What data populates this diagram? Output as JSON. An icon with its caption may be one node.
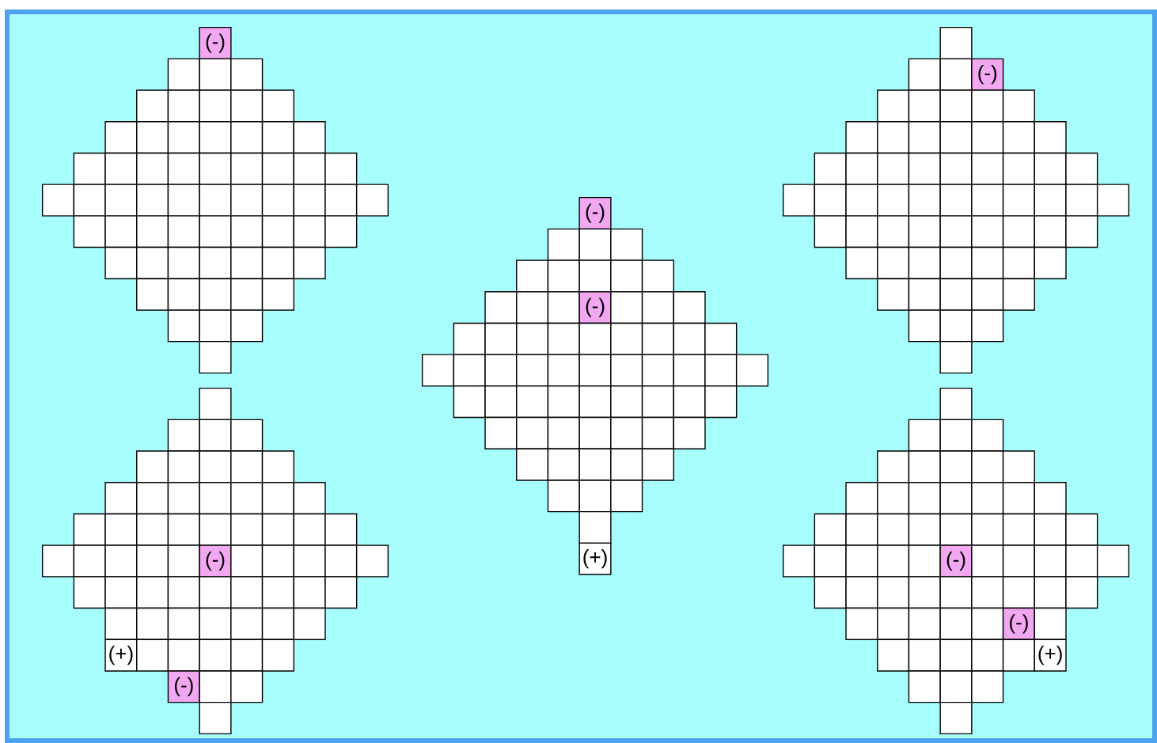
{
  "diagram": {
    "nodes": [
      {
        "text": [
          "(-)"
        ]
      },
      {
        "text": [],
        "shape": "box"
      },
      {
        "text": [],
        "shape": "box"
      },
      {
        "text": [],
        "shape": "box"
      },
      {
        "text": [],
        "shape": "box"
      },
      {
        "text": [],
        "shape": "box"
      },
      {
        "text": [],
        "shape": "box"
      },
      {
        "text": [],
        "shape": "box"
      },
      {
        "text": [],
        "shape": "box"
      },
      {
        "text": [],
        "shape": "box"
      },
      {
        "text": [],
        "shape": "box"
      },
      {
        "text": [],
        "shape": "box"
      },
      {
        "text": [],
        "shape": "box"
      },
      {
        "text": [],
        "shape": "box"
      },
      {
        "text": [],
        "shape": "box"
      },
      {
        "text": [],
        "shape": "box"
      },
      {
        "text": [],
        "shape": "box"
      },
      {
        "text": [],
        "shape": "box"
      },
      {
        "text": [],
        "shape": "box"
      },
      {
        "text": [],
        "shape": "box"
      },
      {
        "text": [],
        "shape": "box"
      },
      {
        "text": [],
        "shape": "box"
      },
      {
        "text": [],
        "shape": "box"
      },
      {
        "text": [],
        "shape": "box"
      },
      {
        "text": [],
        "shape": "box"
      },
      {
        "text": [],
        "shape": "box"
      },
      {
        "text": [],
        "shape": "box"
      },
      {
        "text": [],
        "shape": "box"
      },
      {
        "text": [],
        "shape": "box"
      },
      {
        "text": [],
        "shape": "box"
      },
      {
        "text": [],
        "shape": "box"
      },
      {
        "text": [],
        "shape": "box"
      },
      {
        "text": [],
        "shape": "box"
      },
      {
        "text": [],
        "shape": "box"
      },
      {
        "text": [],
        "shape": "box"
      },
      {
        "text": [],
        "shape": "box"
      },
      {
        "text": [],
        "shape": "box"
      },
      {
        "text": [],
        "shape": "box"
      },
      {
        "text": [],
        "shape": "box"
      },
      {
        "text": [],
        "shape": "box"
      },
      {
        "text": [],
        "shape": "box"
      },
      {
        "text": [],
        "shape": "box"
      },
      {
        "text": [],
        "shape": "box"
      },
      {
        "text": [],
        "shape": "box"
      },
      {
        "text": [],
        "shape": "box"
      },
      {
        "text": [],
        "shape": "box"
      },
      {
        "text": [],
        "shape": "box"
      },
      {
        "text": [],
        "shape": "box"
      },
      {
        "text": [],
        "shape": "box"
      },
      {
        "text": [],
        "shape": "box"
      },
      {
        "text": [],
        "shape": "box"
      },
      {
        "text": [],
        "shape": "box"
      },
      {
        "text": [],
        "shape": "box"
      },
      {
        "text": [],
        "shape": "box"
      },
      {
        "text": [],
        "shape": "box"
      },
      {
        "text": [],
        "shape": "box"
      },
      {
        "text": [],
        "shape": "box"
      },
      {
        "text": [],
        "shape": "box"
      },
      {
        "text": [],
        "shape": "box"
      },
      {
        "text": [],
        "shape": "box"
      },
      {
        "text": [],
        "shape": "box"
      },
      {
        "text": [],
        "shape": "box"
      },
      {
        "text": [],
        "shape": "box"
      },
      {
        "text": [],
        "shape": "box"
      },
      {
        "text": [
          "(-)"
        ]
      },
      {
        "text": [],
        "shape": "box"
      },
      {
        "text": [],
        "shape": "box"
      },
      {
        "text": [],
        "shape": "box"
      },
      {
        "text": [],
        "shape": "box"
      },
      {
        "text": [],
        "shape": "box"
      },
      {
        "text": [],
        "shape": "box"
      },
      {
        "text": [],
        "shape": "box"
      },
      {
        "text": [],
        "shape": "box"
      },
      {
        "text": [],
        "shape": "box"
      },
      {
        "text": [],
        "shape": "box"
      },
      {
        "text": [],
        "shape": "box"
      },
      {
        "text": [],
        "shape": "box"
      },
      {
        "text": [],
        "shape": "box"
      },
      {
        "text": [],
        "shape": "box"
      },
      {
        "text": [],
        "shape": "box"
      },
      {
        "text": [],
        "shape": "box"
      },
      {
        "text": [],
        "shape": "box"
      },
      {
        "text": [],
        "shape": "box"
      },
      {
        "text": [],
        "shape": "box"
      },
      {
        "text": [],
        "shape": "box"
      },
      {
        "text": [],
        "shape": "box"
      },
      {
        "text": [],
        "shape": "box"
      },
      {
        "text": [],
        "shape": "box"
      },
      {
        "text": [],
        "shape": "box"
      },
      {
        "text": [],
        "shape": "box"
      },
      {
        "text": [],
        "shape": "box"
      },
      {
        "text": [],
        "shape": "box"
      },
      {
        "text": [],
        "shape": "box"
      },
      {
        "text": [],
        "shape": "box"
      },
      {
        "text": [],
        "shape": "box"
      },
      {
        "text": [],
        "shape": "box"
      },
      {
        "text": [],
        "shape": "box"
      },
      {
        "text": [],
        "shape": "box"
      },
      {
        "text": [],
        "shape": "box"
      },
      {
        "text": [],
        "shape": "box"
      },
      {
        "text": [],
        "shape": "box"
      },
      {
        "text": [],
        "shape": "box"
      },
      {
        "text": [],
        "shape": "box"
      },
      {
        "text": [],
        "shape": "box"
      },
      {
        "text": [],
        "shape": "box"
      },
      {
        "text": [],
        "shape": "box"
      },
      {
        "text": [],
        "shape": "box"
      },
      {
        "text": [],
        "shape": "box"
      },
      {
        "text": [],
        "shape": "box"
      },
      {
        "text": [],
        "shape": "box"
      },
      {
        "text": [],
        "shape": "box"
      },
      {
        "text": [],
        "shape": "box"
      },
      {
        "text": [],
        "shape": "box"
      },
      {
        "text": [],
        "shape": "box"
      },
      {
        "text": [],
        "shape": "box"
      },
      {
        "text": [],
        "shape": "box"
      },
      {
        "text": [],
        "shape": "box"
      },
      {
        "text": [],
        "shape": "box"
      },
      {
        "text": [],
        "shape": "box"
      },
      {
        "text": [],
        "shape": "box"
      },
      {
        "text": [],
        "shape": "box"
      },
      {
        "text": [],
        "shape": "box"
      },
      {
        "text": [
          "(-)"
        ]
      },
      {
        "text": [],
        "shape": "box"
      },
      {
        "text": [],
        "shape": "box"
      },
      {
        "text": [],
        "shape": "box"
      },
      {
        "text": [],
        "shape": "box"
      },
      {
        "text": [],
        "shape": "box"
      },
      {
        "text": [],
        "shape": "box"
      },
      {
        "text": [],
        "shape": "box"
      },
      {
        "text": [],
        "shape": "box"
      },
      {
        "text": [],
        "shape": "box"
      },
      {
        "text": [],
        "shape": "box"
      },
      {
        "text": [],
        "shape": "box"
      },
      {
        "text": [
          "(-)"
        ]
      },
      {
        "text": [],
        "shape": "box"
      },
      {
        "text": [],
        "shape": "box"
      },
      {
        "text": [],
        "shape": "box"
      },
      {
        "text": [],
        "shape": "box"
      },
      {
        "text": [],
        "shape": "box"
      },
      {
        "text": [],
        "shape": "box"
      },
      {
        "text": [],
        "shape": "box"
      },
      {
        "text": [],
        "shape": "box"
      },
      {
        "text": [],
        "shape": "box"
      },
      {
        "text": [],
        "shape": "box"
      },
      {
        "text": [],
        "shape": "box"
      },
      {
        "text": [],
        "shape": "box"
      },
      {
        "text": [],
        "shape": "box"
      },
      {
        "text": [],
        "shape": "box"
      },
      {
        "text": [],
        "shape": "box"
      },
      {
        "text": [],
        "shape": "box"
      },
      {
        "text": [],
        "shape": "box"
      },
      {
        "text": [],
        "shape": "box"
      },
      {
        "text": [],
        "shape": "box"
      },
      {
        "text": [],
        "shape": "box"
      },
      {
        "text": [],
        "shape": "box"
      },
      {
        "text": [],
        "shape": "box"
      },
      {
        "text": [],
        "shape": "box"
      },
      {
        "text": [],
        "shape": "box"
      },
      {
        "text": [],
        "shape": "box"
      },
      {
        "text": [],
        "shape": "box"
      },
      {
        "text": [],
        "shape": "box"
      },
      {
        "text": [],
        "shape": "box"
      },
      {
        "text": [],
        "shape": "box"
      },
      {
        "text": [],
        "shape": "box"
      },
      {
        "text": [],
        "shape": "box"
      },
      {
        "text": [],
        "shape": "box"
      },
      {
        "text": [],
        "shape": "box"
      },
      {
        "text": [],
        "shape": "box"
      },
      {
        "text": [],
        "shape": "box"
      },
      {
        "text": [],
        "shape": "box"
      },
      {
        "text": [],
        "shape": "box"
      },
      {
        "text": [],
        "shape": "box"
      },
      {
        "text": [],
        "shape": "box"
      },
      {
        "text": [],
        "shape": "box"
      },
      {
        "text": [],
        "shape": "box"
      },
      {
        "text": [],
        "shape": "box"
      },
      {
        "text": [],
        "shape": "box"
      },
      {
        "text": [],
        "shape": "box"
      },
      {
        "text": [],
        "shape": "box"
      },
      {
        "text": [],
        "shape": "box"
      },
      {
        "text": [],
        "shape": "box"
      },
      {
        "text": [],
        "shape": "box"
      },
      {
        "text": [
          "(+)"
        ]
      },
      {
        "text": [],
        "shape": "box"
      },
      {
        "text": [],
        "shape": "box"
      },
      {
        "text": [],
        "shape": "box"
      },
      {
        "text": [],
        "shape": "box"
      },
      {
        "text": [],
        "shape": "box"
      },
      {
        "text": [],
        "shape": "box"
      },
      {
        "text": [],
        "shape": "box"
      },
      {
        "text": [],
        "shape": "box"
      },
      {
        "text": [],
        "shape": "box"
      },
      {
        "text": [],
        "shape": "box"
      },
      {
        "text": [],
        "shape": "box"
      },
      {
        "text": [],
        "shape": "box"
      },
      {
        "text": [],
        "shape": "box"
      },
      {
        "text": [],
        "shape": "box"
      },
      {
        "text": [],
        "shape": "box"
      },
      {
        "text": [],
        "shape": "box"
      },
      {
        "text": [],
        "shape": "box"
      },
      {
        "text": [],
        "shape": "box"
      },
      {
        "text": [],
        "shape": "box"
      },
      {
        "text": [],
        "shape": "box"
      },
      {
        "text": [],
        "shape": "box"
      },
      {
        "text": [],
        "shape": "box"
      },
      {
        "text": [],
        "shape": "box"
      },
      {
        "text": [],
        "shape": "box"
      },
      {
        "text": [],
        "shape": "box"
      },
      {
        "text": [],
        "shape": "box"
      },
      {
        "text": [],
        "shape": "box"
      },
      {
        "text": [],
        "shape": "box"
      },
      {
        "text": [],
        "shape": "box"
      },
      {
        "text": [],
        "shape": "box"
      },
      {
        "text": [
          "(-)"
        ]
      },
      {
        "text": [],
        "shape": "box"
      },
      {
        "text": [],
        "shape": "box"
      },
      {
        "text": [],
        "shape": "box"
      },
      {
        "text": [],
        "shape": "box"
      },
      {
        "text": [],
        "shape": "box"
      },
      {
        "text": [],
        "shape": "box"
      },
      {
        "text": [],
        "shape": "box"
      },
      {
        "text": [],
        "shape": "box"
      },
      {
        "text": [],
        "shape": "box"
      },
      {
        "text": [],
        "shape": "box"
      },
      {
        "text": [],
        "shape": "box"
      },
      {
        "text": [],
        "shape": "box"
      },
      {
        "text": [],
        "shape": "box"
      },
      {
        "text": [],
        "shape": "box"
      },
      {
        "text": [],
        "shape": "box"
      },
      {
        "text": [],
        "shape": "box"
      },
      {
        "text": [],
        "shape": "box"
      },
      {
        "text": [],
        "shape": "box"
      },
      {
        "text": [],
        "shape": "box"
      },
      {
        "text": [],
        "shape": "box"
      },
      {
        "text": [],
        "shape": "box"
      },
      {
        "text": [
          "(+)"
        ]
      },
      {
        "text": [],
        "shape": "box"
      },
      {
        "text": [],
        "shape": "box"
      },
      {
        "text": [],
        "shape": "box"
      },
      {
        "text": [],
        "shape": "box"
      },
      {
        "text": [],
        "shape": "box"
      },
      {
        "text": [
          "(-)"
        ]
      },
      {
        "text": [],
        "shape": "box"
      },
      {
        "text": [],
        "shape": "box"
      },
      {
        "text": [],
        "shape": "box"
      },
      {
        "text": [],
        "shape": "box"
      },
      {
        "text": [],
        "shape": "box"
      },
      {
        "text": [],
        "shape": "box"
      },
      {
        "text": [],
        "shape": "box"
      },
      {
        "text": [],
        "shape": "box"
      },
      {
        "text": [],
        "shape": "box"
      },
      {
        "text": [],
        "shape": "box"
      },
      {
        "text": [],
        "shape": "box"
      },
      {
        "text": [],
        "shape": "box"
      },
      {
        "text": [],
        "shape": "box"
      },
      {
        "text": [],
        "shape": "box"
      },
      {
        "text": [],
        "shape": "box"
      },
      {
        "text": [],
        "shape": "box"
      },
      {
        "text": [],
        "shape": "box"
      },
      {
        "text": [],
        "shape": "box"
      },
      {
        "text": [],
        "shape": "box"
      },
      {
        "text": [],
        "shape": "box"
      },
      {
        "text": [],
        "shape": "box"
      },
      {
        "text": [],
        "shape": "box"
      },
      {
        "text": [],
        "shape": "box"
      },
      {
        "text": [],
        "shape": "box"
      },
      {
        "text": [],
        "shape": "box"
      },
      {
        "text": [],
        "shape": "box"
      },
      {
        "text": [],
        "shape": "box"
      },
      {
        "text": [],
        "shape": "box"
      },
      {
        "text": [],
        "shape": "box"
      },
      {
        "text": [],
        "shape": "box"
      },
      {
        "text": [],
        "shape": "box"
      },
      {
        "text": [],
        "shape": "box"
      },
      {
        "text": [],
        "shape": "box"
      },
      {
        "text": [
          "(-)"
        ]
      },
      {
        "text": [],
        "shape": "box"
      },
      {
        "text": [],
        "shape": "box"
      },
      {
        "text": [],
        "shape": "box"
      },
      {
        "text": [],
        "shape": "box"
      },
      {
        "text": [],
        "shape": "box"
      },
      {
        "text": [],
        "shape": "box"
      },
      {
        "text": [],
        "shape": "box"
      },
      {
        "text": [],
        "shape": "box"
      },
      {
        "text": [],
        "shape": "box"
      },
      {
        "text": [],
        "shape": "box"
      },
      {
        "text": [],
        "shape": "box"
      },
      {
        "text": [],
        "shape": "box"
      },
      {
        "text": [],
        "shape": "box"
      },
      {
        "text": [],
        "shape": "box"
      },
      {
        "text": [],
        "shape": "box"
      },
      {
        "text": [],
        "shape": "box"
      },
      {
        "text": [],
        "shape": "box"
      },
      {
        "text": [],
        "shape": "box"
      },
      {
        "text": [],
        "shape": "box"
      },
      {
        "text": [
          "(-)"
        ]
      },
      {
        "text": [],
        "shape": "box"
      },
      {
        "text": [],
        "shape": "box"
      },
      {
        "text": [],
        "shape": "box"
      },
      {
        "text": [],
        "shape": "box"
      },
      {
        "text": [],
        "shape": "box"
      },
      {
        "text": [],
        "shape": "box"
      },
      {
        "text": [
          "(+)"
        ]
      },
      {
        "text": [],
        "shape": "box"
      },
      {
        "text": [],
        "shape": "box"
      },
      {
        "text": [],
        "shape": "box"
      },
      {
        "text": [],
        "shape": "box"
      }
    ]
  }
}
